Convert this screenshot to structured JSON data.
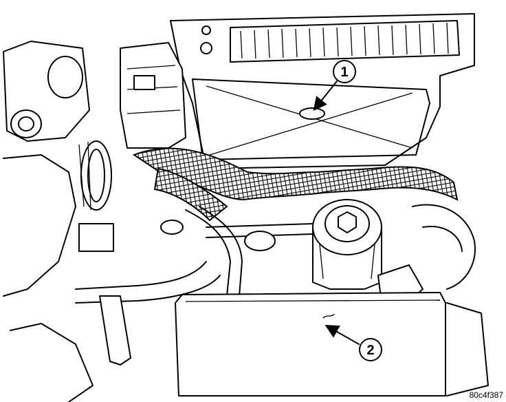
{
  "callouts": [
    {
      "number": "1"
    },
    {
      "number": "2"
    }
  ],
  "figure_id": "80c4f387"
}
